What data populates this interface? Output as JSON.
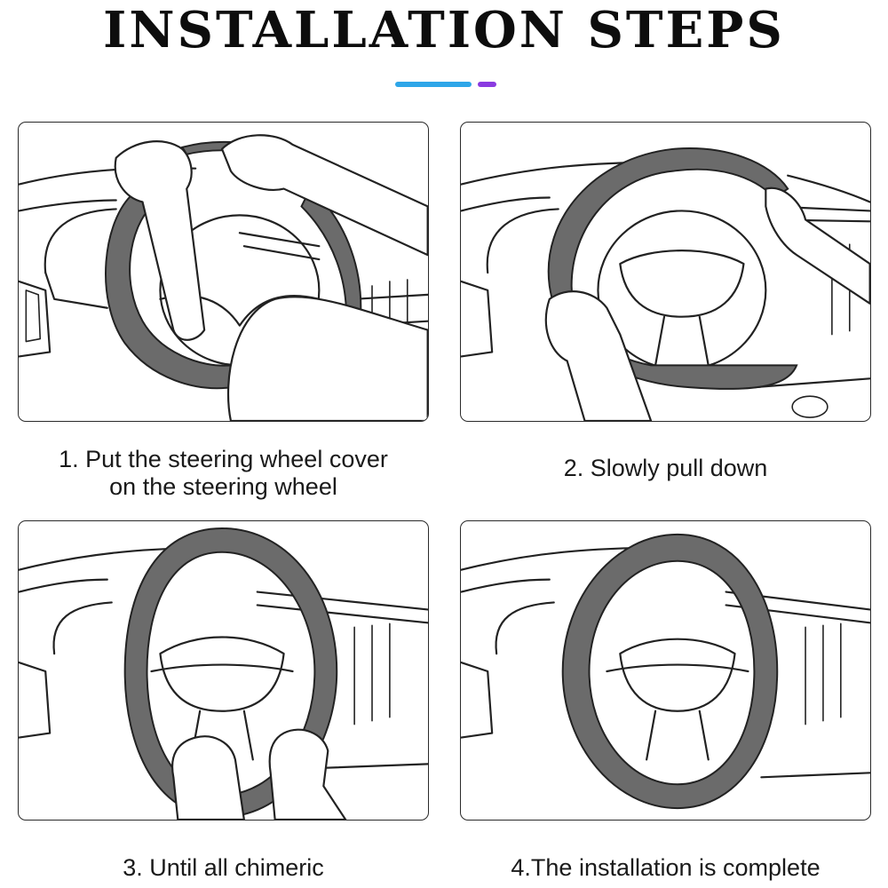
{
  "page": {
    "title": "INSTALLATION STEPS",
    "accent_colors": [
      "#2ea6e8",
      "#8a3be0"
    ]
  },
  "steps": [
    {
      "caption": "1. Put the steering wheel cover\non the steering wheel",
      "illustration": "hands-placing-cover-on-wheel"
    },
    {
      "caption": "2. Slowly pull down",
      "illustration": "hands-pulling-cover-down"
    },
    {
      "caption": "3. Until all chimeric",
      "illustration": "hands-fitting-cover-bottom"
    },
    {
      "caption": "4.The installation is complete",
      "illustration": "covered-steering-wheel"
    }
  ],
  "cover_color": "#6b6b6b"
}
